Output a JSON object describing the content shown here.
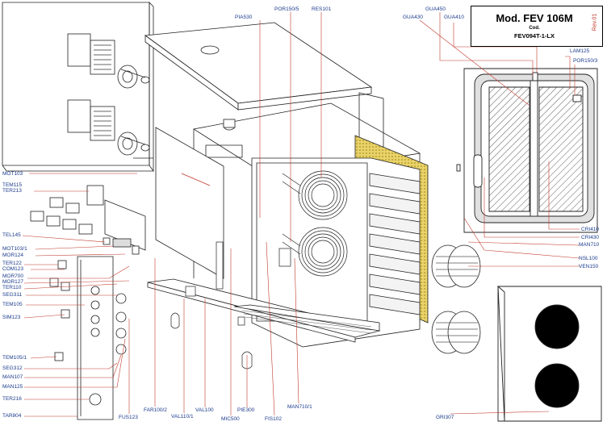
{
  "title_block": {
    "model": "Mod. FEV 106M",
    "cod_label": "Cod.",
    "code": "FEV094T-1-LX",
    "revision": "Rev.01"
  },
  "labels": {
    "PIA530": "PIA530",
    "POR150_5": "POR150/5",
    "RES101": "RES101",
    "GUA450": "GUA450",
    "GUA430": "GUA430",
    "GUA410": "GUA410",
    "LAM125": "LAM125",
    "POR150_3": "POR150/3",
    "MOT103": "MOT103",
    "TEM115": "TEM115",
    "TER213": "TER213",
    "TEL145": "TEL145",
    "MOT103_1": "MOT103/1",
    "MOR124": "MOR124",
    "TER122": "TER122",
    "COM123": "COM123",
    "MOR700": "MOR700",
    "MOR127": "MOR127",
    "TER110": "TER110",
    "SEG311": "SEG311",
    "TEM105": "TEM105",
    "SIM123": "SIM123",
    "TEM105_1": "TEM105/1",
    "SEG312": "SEG312",
    "MAN107": "MAN107",
    "MAN125": "MAN125",
    "TER216": "TER216",
    "TAR804": "TAR804",
    "FUS123": "FUS123",
    "FAR100_2": "FAR100/2",
    "VAL110_1": "VAL110/1",
    "VAL100": "VAL100",
    "MIC500": "MIC500",
    "PIE300": "PIE300",
    "FIS102": "FIS102",
    "MAN710_1": "MAN710/1",
    "CRI410": "CRI410",
    "CRI430": "CRI430",
    "MAN710": "MAN710",
    "NSL100": "NSL100",
    "VEN150": "VEN150",
    "GRI307": "GRI307"
  }
}
